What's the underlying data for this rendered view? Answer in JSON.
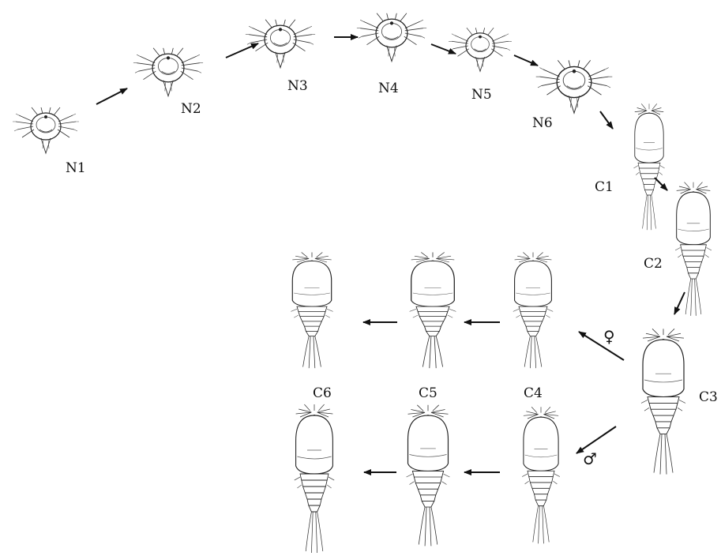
{
  "stages": {
    "nauplius": [
      "N1",
      "N2",
      "N3",
      "N4",
      "N5",
      "N6"
    ],
    "copepodid": [
      "C1",
      "C2",
      "C3",
      "C4",
      "C5",
      "C6"
    ]
  },
  "sex_symbols": {
    "female": "♀",
    "male": "♂"
  }
}
